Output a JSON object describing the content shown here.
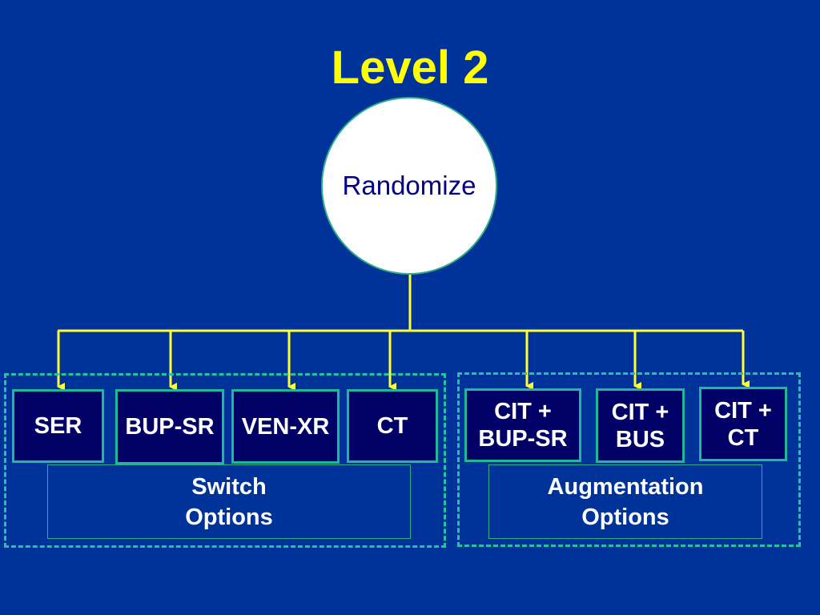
{
  "title": "Level 2",
  "root": {
    "label": "Randomize"
  },
  "switch_group": {
    "label": "Switch\nOptions",
    "options": [
      "SER",
      "BUP-SR",
      "VEN-XR",
      "CT"
    ]
  },
  "augmentation_group": {
    "label": "Augmentation\nOptions",
    "options": [
      "CIT +\nBUP-SR",
      "CIT +\nBUS",
      "CIT +\nCT"
    ]
  },
  "colors": {
    "background": "#003399",
    "title": "#ffff00",
    "connector": "#ffff33",
    "box_fill": "#000066",
    "border": "#20b89a"
  }
}
